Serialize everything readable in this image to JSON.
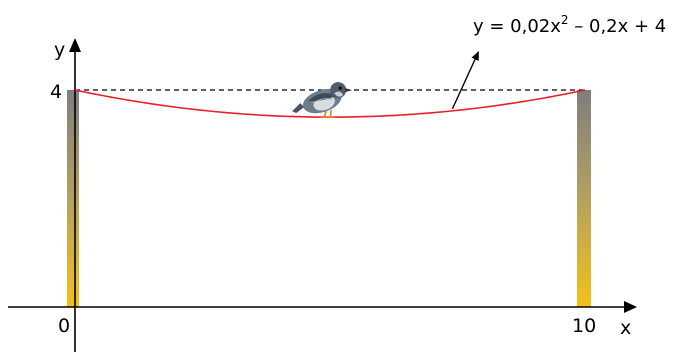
{
  "axes": {
    "x_label": "x",
    "y_label": "y",
    "origin_label": "0",
    "x_tick_label": "10",
    "y_tick_label": "4"
  },
  "equation": {
    "prefix": "y = 0,02x",
    "exponent": "2",
    "suffix": " – 0,2x + 4"
  },
  "colors": {
    "curve": "#e8202a",
    "pole_top": "#7e7e7e",
    "pole_bottom": "#f2c21a",
    "axis": "#000000",
    "dashed": "#000000"
  },
  "icons": {
    "bird": "bird-illustration"
  },
  "chart_data": {
    "type": "line",
    "function": "y = 0,02x^2 – 0,2x + 4",
    "coefficients": {
      "a": 0.02,
      "b": -0.2,
      "c": 4
    },
    "x_range": [
      0,
      10
    ],
    "poles": [
      {
        "x": 0,
        "height": 4
      },
      {
        "x": 10,
        "height": 4
      }
    ],
    "dashed_line_y": 4,
    "vertex": {
      "x": 5,
      "y": 3.5
    }
  }
}
